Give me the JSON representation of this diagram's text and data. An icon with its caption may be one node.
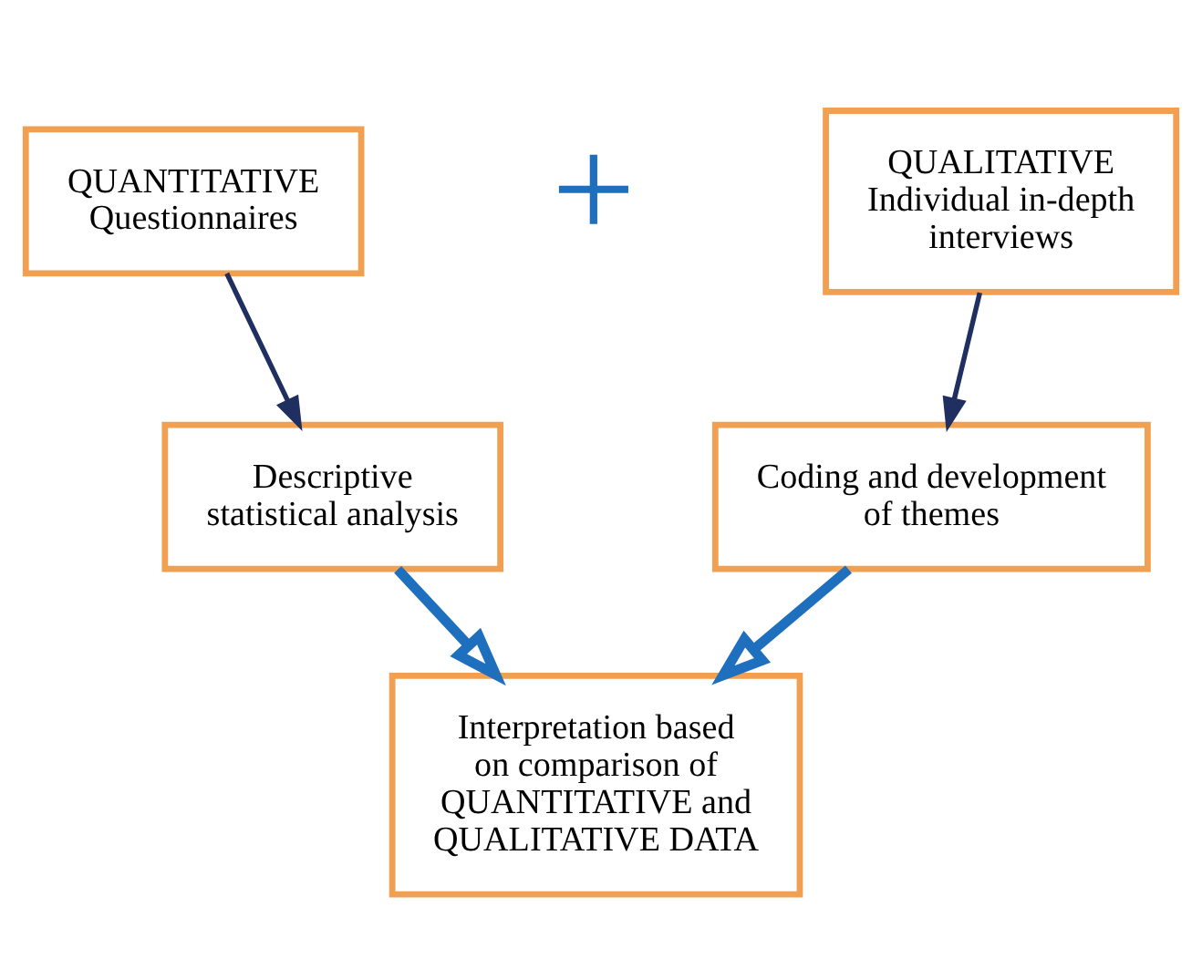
{
  "diagram": {
    "nodes": [
      {
        "text": [
          "QUANTITATIVE",
          "Questionnaires"
        ]
      },
      {
        "text": [
          "QUALITATIVE",
          "Individual in-depth interviews"
        ]
      },
      {
        "text": [
          "Descriptive statistical analysis"
        ]
      },
      {
        "text": [
          "Coding and development of themes"
        ]
      },
      {
        "text": [
          "Interpretation based on comparison of QUANTITATIVE and QUALITATIVE DATA"
        ]
      }
    ],
    "edges": [
      {
        "from": 0,
        "to": 2,
        "arrow": "to",
        "color": "#1f3060"
      },
      {
        "from": 1,
        "to": 3,
        "arrow": "to",
        "color": "#1f3060"
      },
      {
        "from": 2,
        "to": 4,
        "arrow": "to",
        "style": "thick",
        "color": "#1f6fbf"
      },
      {
        "from": 3,
        "to": 4,
        "arrow": "to",
        "style": "thick",
        "color": "#1f6fbf"
      }
    ],
    "labels": [
      "+"
    ]
  }
}
